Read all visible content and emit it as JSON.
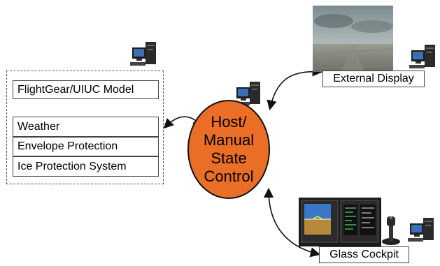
{
  "modules": [
    {
      "label": "FlightGear/UIUC Model"
    },
    {
      "label": "Weather"
    },
    {
      "label": "Envelope Protection"
    },
    {
      "label": "Ice Protection System"
    }
  ],
  "hub": {
    "lines": [
      "Host/",
      "Manual",
      "State",
      "Control"
    ]
  },
  "external_display": {
    "label": "External Display"
  },
  "glass_cockpit": {
    "label": "Glass Cockpit"
  },
  "icons": [
    "computer-icon",
    "flight-simulation-screenshot",
    "cockpit-displays-image",
    "joystick-icon"
  ],
  "colors": {
    "hub_fill": "#ea6e25",
    "hub_stroke": "#111111"
  }
}
